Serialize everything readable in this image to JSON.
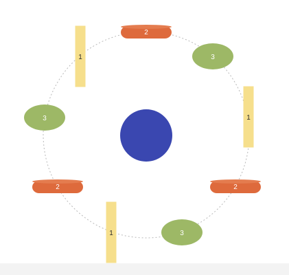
{
  "colors": {
    "background": "#ffffff",
    "bottom_bar": "#f3f3f3",
    "orbit": "#b8b8b8",
    "center": "#3a47b0",
    "rectangle_fill": "#f6df8c",
    "rectangle_text": "#2b2b2b",
    "capsule_fill": "#de6a3c",
    "capsule_top": "#e47c4f",
    "capsule_text": "#ffffff",
    "ellipse_fill": "#9db866",
    "ellipse_text": "#ffffff"
  },
  "center": {
    "shape": "circle",
    "color": "#3a47b0"
  },
  "seats": [
    {
      "label": "2",
      "shape": "capsule",
      "icon": "orange-capsule"
    },
    {
      "label": "3",
      "shape": "ellipse",
      "icon": "green-ellipse"
    },
    {
      "label": "1",
      "shape": "rectangle",
      "icon": "yellow-rectangle"
    },
    {
      "label": "2",
      "shape": "capsule",
      "icon": "orange-capsule"
    },
    {
      "label": "3",
      "shape": "ellipse",
      "icon": "green-ellipse"
    },
    {
      "label": "1",
      "shape": "rectangle",
      "icon": "yellow-rectangle"
    },
    {
      "label": "2",
      "shape": "capsule",
      "icon": "orange-capsule"
    },
    {
      "label": "3",
      "shape": "ellipse",
      "icon": "green-ellipse"
    },
    {
      "label": "1",
      "shape": "rectangle",
      "icon": "yellow-rectangle"
    }
  ]
}
